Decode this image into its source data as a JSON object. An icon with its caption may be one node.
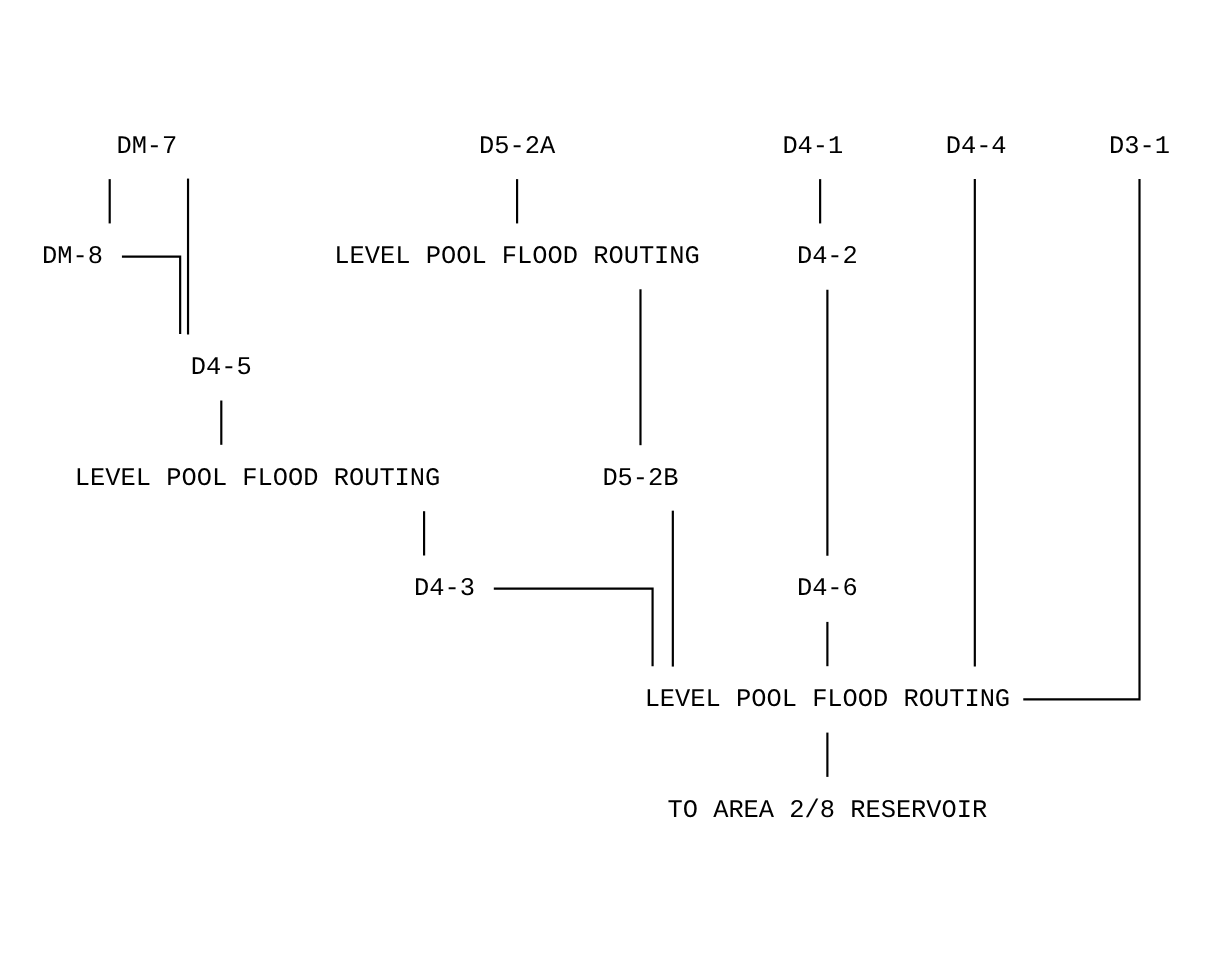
{
  "diagram": {
    "nodes": [
      {
        "text": [
          "DM-7"
        ]
      },
      {
        "text": [
          "DM-8"
        ]
      },
      {
        "text": [
          "D4-5"
        ]
      },
      {
        "text": [
          "LEVEL POOL FLOOD ROUTING"
        ]
      },
      {
        "text": [
          "D4-3"
        ]
      },
      {
        "text": [
          "D5-2A"
        ]
      },
      {
        "text": [
          "LEVEL POOL FLOOD ROUTING"
        ]
      },
      {
        "text": [
          "D5-2B"
        ]
      },
      {
        "text": [
          "D4-1"
        ]
      },
      {
        "text": [
          "D4-2"
        ]
      },
      {
        "text": [
          "D4-6"
        ]
      },
      {
        "text": [
          "D4-4"
        ]
      },
      {
        "text": [
          "D3-1"
        ]
      },
      {
        "text": [
          "LEVEL POOL FLOOD ROUTING"
        ]
      },
      {
        "text": [
          "TO AREA 2/8 RESERVOIR"
        ]
      }
    ],
    "edges": [
      {
        "from": 0,
        "to": 1,
        "arrow": "none"
      },
      {
        "from": 0,
        "to": 2,
        "arrow": "none"
      },
      {
        "from": 1,
        "to": 2,
        "arrow": "none"
      },
      {
        "from": 2,
        "to": 3,
        "arrow": "none"
      },
      {
        "from": 3,
        "to": 4,
        "arrow": "none"
      },
      {
        "from": 5,
        "to": 6,
        "arrow": "none"
      },
      {
        "from": 6,
        "to": 7,
        "arrow": "none"
      },
      {
        "from": 8,
        "to": 9,
        "arrow": "none"
      },
      {
        "from": 9,
        "to": 10,
        "arrow": "none"
      },
      {
        "from": 4,
        "to": 13,
        "arrow": "none"
      },
      {
        "from": 10,
        "to": 13,
        "arrow": "none"
      },
      {
        "from": 7,
        "to": 13,
        "arrow": "none"
      },
      {
        "from": 11,
        "to": 13,
        "arrow": "none"
      },
      {
        "from": 12,
        "to": 13,
        "arrow": "none"
      },
      {
        "from": 13,
        "to": 14,
        "arrow": "none"
      }
    ]
  }
}
